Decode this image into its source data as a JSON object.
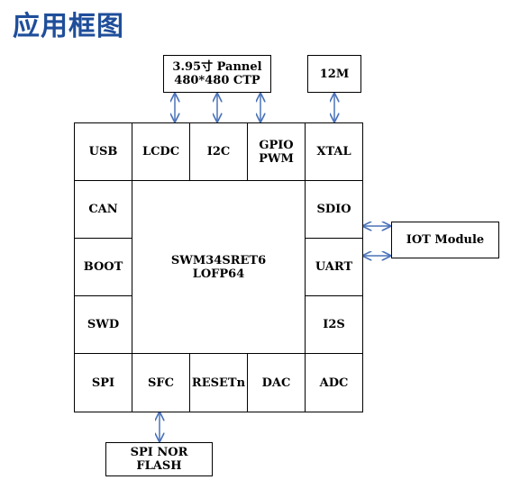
{
  "page": {
    "title": "应用框图"
  },
  "diagram": {
    "display": {
      "label": "3.95寸 Pannel\n480*480 CTP"
    },
    "crystal": {
      "label": "12M"
    },
    "iot": {
      "label": "IOT Module"
    },
    "flash": {
      "label": "SPI NOR FLASH"
    },
    "chip": {
      "label": "SWM34SRET6\nLOFP64"
    },
    "top_row": [
      "USB",
      "LCDC",
      "I2C",
      "GPIO\nPWM",
      "XTAL"
    ],
    "left_col": [
      "CAN",
      "BOOT",
      "SWD"
    ],
    "right_col": [
      "SDIO",
      "UART",
      "I2S"
    ],
    "bottom_row": [
      "SPI",
      "SFC",
      "RESETn",
      "DAC",
      "ADC"
    ],
    "colors": {
      "arrow": "#4a72b8",
      "title": "#1f4e9a",
      "border": "#000000"
    }
  }
}
